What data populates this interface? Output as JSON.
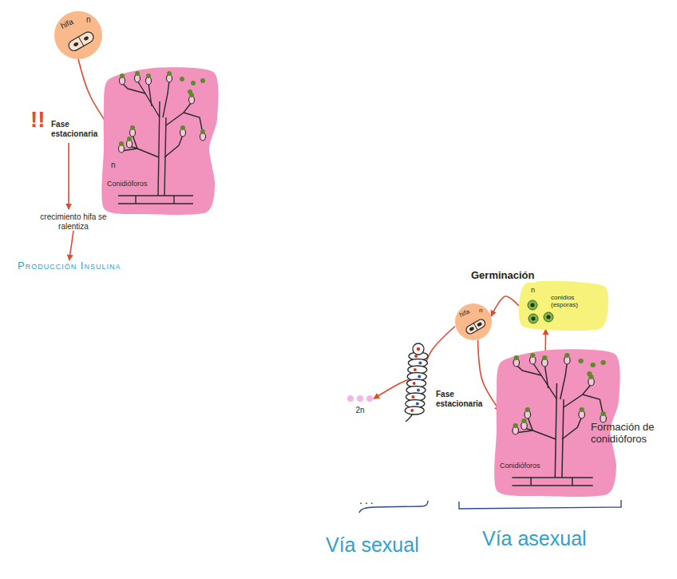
{
  "diagram": {
    "nodes": [
      {
        "text": [
          "hifa",
          "n"
        ]
      },
      {
        "text": [
          "n",
          "Conidióforos"
        ]
      },
      {
        "text": [
          "crecimiento hifa se ralentiza"
        ]
      },
      {
        "text": [
          "Producción Insulina"
        ]
      },
      {
        "text": [
          "n",
          "conidios (esporas)"
        ]
      },
      {
        "text": [
          "hifa",
          "n"
        ]
      },
      {
        "text": [
          "Conidióforos"
        ]
      },
      {
        "text": [
          "2n"
        ]
      }
    ],
    "edges": [
      {
        "from": 0,
        "to": 1,
        "arrow": "to"
      },
      {
        "from": 2,
        "to": 3,
        "arrow": "to"
      },
      {
        "from": 4,
        "to": 5,
        "label": "Germinación",
        "arrow": "to"
      },
      {
        "from": 5,
        "to": 6,
        "label": "Fase estacionaria",
        "arrow": "to"
      },
      {
        "from": 6,
        "to": 4,
        "arrow": "to"
      },
      {
        "from": 5,
        "to": 7,
        "arrow": "to"
      }
    ],
    "labels": [
      "!!",
      "Fase estacionaria",
      "Formación de conidióforos",
      "...",
      "Vía sexual",
      "Vía asexual"
    ]
  }
}
